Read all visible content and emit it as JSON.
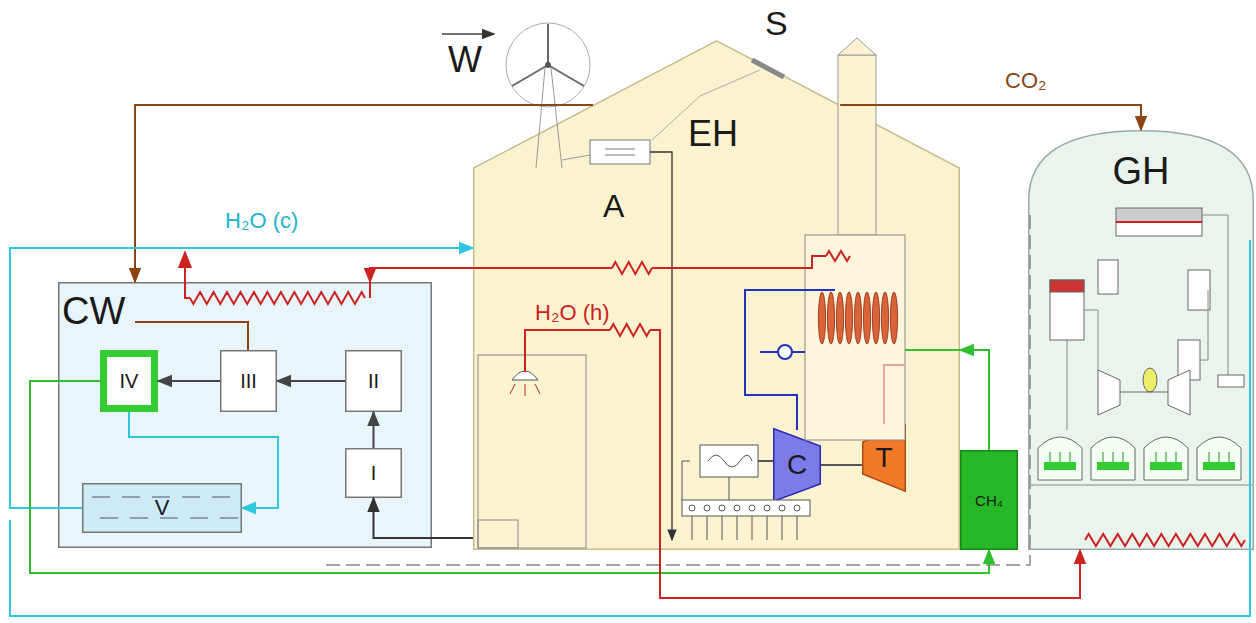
{
  "diagram": {
    "nodes": [
      {
        "text": [
          "EH",
          "A"
        ]
      },
      {
        "text": [
          "C"
        ],
        "in": 0
      },
      {
        "text": [
          "T"
        ],
        "in": 0
      },
      {
        "text": [
          "CH₄"
        ]
      },
      {
        "text": [
          "GH"
        ]
      },
      {
        "text": [
          "CW"
        ]
      },
      {
        "text": [
          "I"
        ],
        "in": 5
      },
      {
        "text": [
          "II"
        ],
        "in": 5
      },
      {
        "text": [
          "III"
        ],
        "in": 5
      },
      {
        "text": [
          "IV"
        ],
        "in": 5
      },
      {
        "text": [
          "V"
        ],
        "in": 5
      }
    ],
    "edges": [
      {
        "from": 6,
        "to": 7,
        "arrow": "to"
      },
      {
        "from": 7,
        "to": 8,
        "arrow": "to"
      },
      {
        "from": 8,
        "to": 9,
        "arrow": "to"
      },
      {
        "from": 9,
        "to": 10,
        "arrow": "to"
      },
      {
        "from": 0,
        "to": 6,
        "arrow": "to"
      },
      {
        "from": 0,
        "to": 4,
        "arrow": "to"
      },
      {
        "from": 0,
        "to": 5,
        "arrow": "to"
      },
      {
        "from": 0,
        "to": 5,
        "arrow": "to"
      },
      {
        "from": 10,
        "to": 0,
        "arrow": "to"
      },
      {
        "from": 3,
        "to": 0,
        "arrow": "to"
      },
      {
        "from": 9,
        "to": 3,
        "arrow": "to"
      },
      {
        "from": 0,
        "to": 4,
        "arrow": "to"
      }
    ],
    "labels": [
      "W",
      "S",
      "CO₂",
      "H₂O (c)",
      "H₂O (h)"
    ]
  }
}
